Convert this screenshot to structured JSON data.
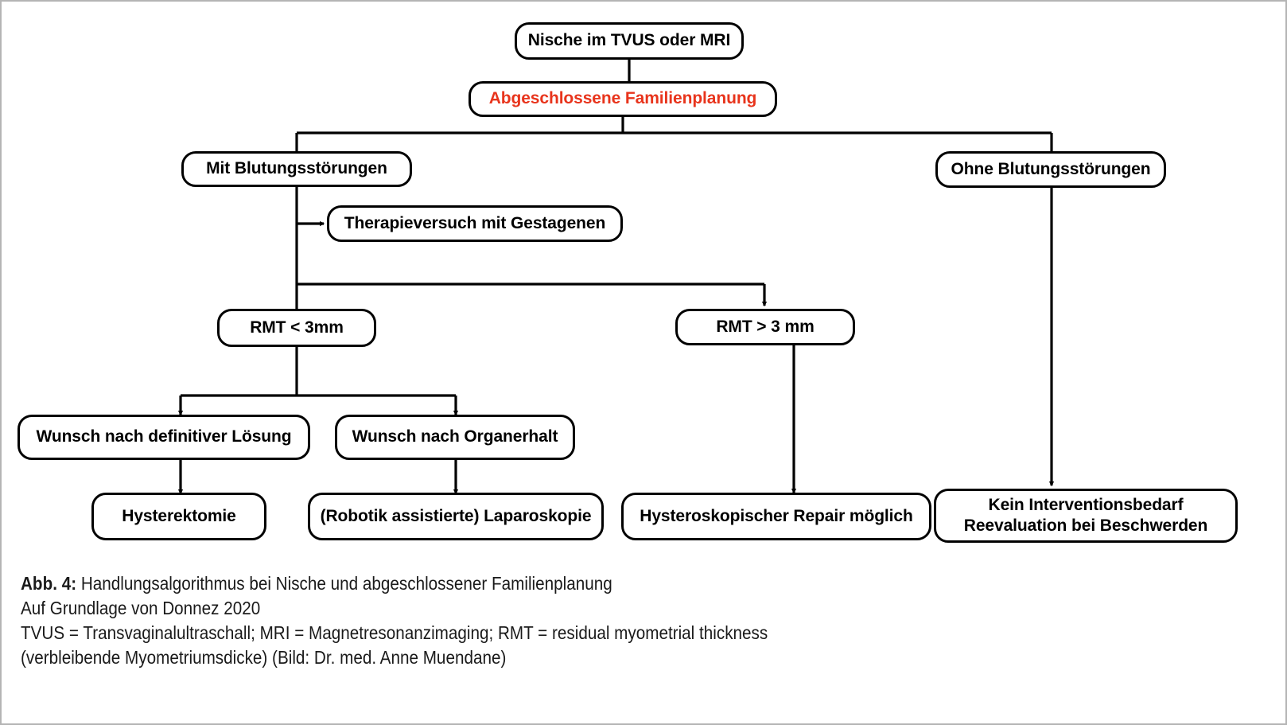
{
  "figure": {
    "border_color": "#b5b5b5",
    "accent_color": "#e8341c",
    "line_color": "#000000"
  },
  "nodes": {
    "root": {
      "label": "Nische im TVUS oder MRI"
    },
    "family_planning": {
      "label": "Abgeschlossene Familienplanung"
    },
    "with_bleeding": {
      "label": "Mit Blutungsstörungen"
    },
    "without_bleeding": {
      "label": "Ohne Blutungsstörungen"
    },
    "gestagen_trial": {
      "label": "Therapieversuch mit Gestagenen"
    },
    "rmt_lt": {
      "label": "RMT < 3mm"
    },
    "rmt_gt": {
      "label": "RMT > 3 mm"
    },
    "definitive": {
      "label": "Wunsch nach definitiver Lösung"
    },
    "organ_preserving": {
      "label": "Wunsch nach Organerhalt"
    },
    "hysterectomy": {
      "label": "Hysterektomie"
    },
    "laparoscopy": {
      "label": "(Robotik assistierte) Laparoskopie"
    },
    "hysteroscopic_repair": {
      "label": "Hysteroskopischer Repair möglich"
    },
    "no_intervention_line1": {
      "label": "Kein Interventionsbedarf"
    },
    "no_intervention_line2": {
      "label": "Reevaluation bei Beschwerden"
    }
  },
  "caption": {
    "figure_label": "Abb. 4:",
    "line1_rest": " Handlungsalgorithmus bei Nische und abgeschlossener Familienplanung",
    "line2": "Auf Grundlage von Donnez 2020",
    "line3": "TVUS = Transvaginalultraschall; MRI = Magnetresonanzimaging; RMT = residual myometrial thickness",
    "line4": "(verbleibende Myometriumsdicke) (Bild: Dr. med. Anne Muendane)"
  }
}
